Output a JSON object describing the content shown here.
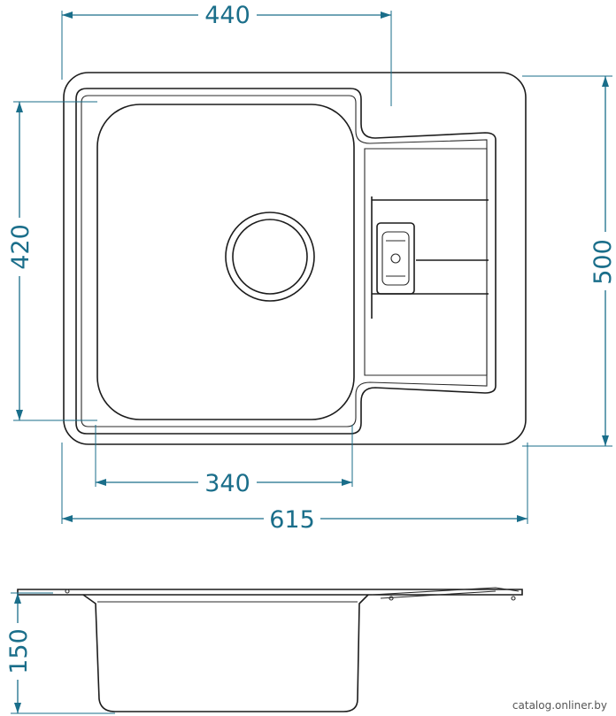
{
  "dimensions": {
    "top_width": "440",
    "bowl_width": "340",
    "overall_width": "615",
    "bowl_length": "420",
    "overall_length": "500",
    "depth": "150"
  },
  "watermark": "catalog.onliner.by",
  "colors": {
    "dimension": "#1a6e8a",
    "outline": "#1c1c1c"
  }
}
